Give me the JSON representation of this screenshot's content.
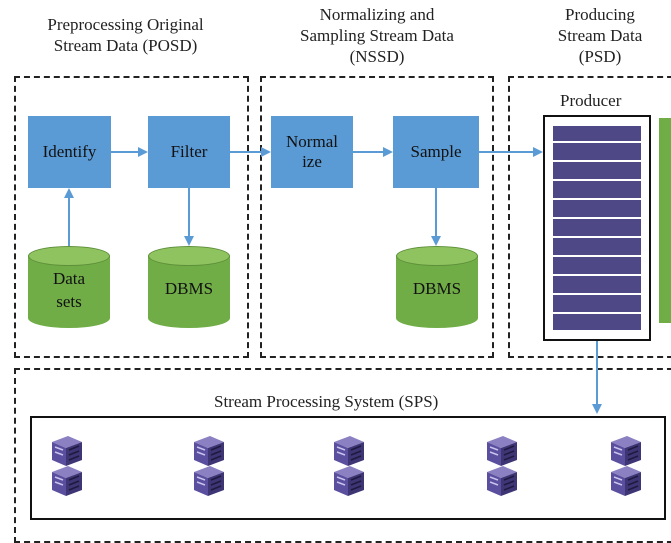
{
  "sections": {
    "posd_title_line1": "Preprocessing Original",
    "posd_title_line2": "Stream Data (POSD)",
    "nssd_title_line1": "Normalizing and",
    "nssd_title_line2": "Sampling Stream Data",
    "nssd_title_line3": "(NSSD)",
    "psd_title_line1": "Producing",
    "psd_title_line2": "Stream Data",
    "psd_title_line3": "(PSD)",
    "sps_title": "Stream Processing System (SPS)"
  },
  "nodes": {
    "identify": "Identify",
    "filter": "Filter",
    "normalize_line1": "Normal",
    "normalize_line2": "ize",
    "sample": "Sample",
    "producer": "Producer",
    "datasets_line1": "Data",
    "datasets_line2": "sets",
    "dbms_posd": "DBMS",
    "dbms_nssd": "DBMS"
  },
  "colors": {
    "process_box": "#5b9bd5",
    "database": "#70ad47",
    "producer_slot": "#4f4886",
    "arrow": "#5b9bd5"
  },
  "servers": [
    "server-icon",
    "server-icon",
    "server-icon",
    "server-icon",
    "server-icon"
  ]
}
